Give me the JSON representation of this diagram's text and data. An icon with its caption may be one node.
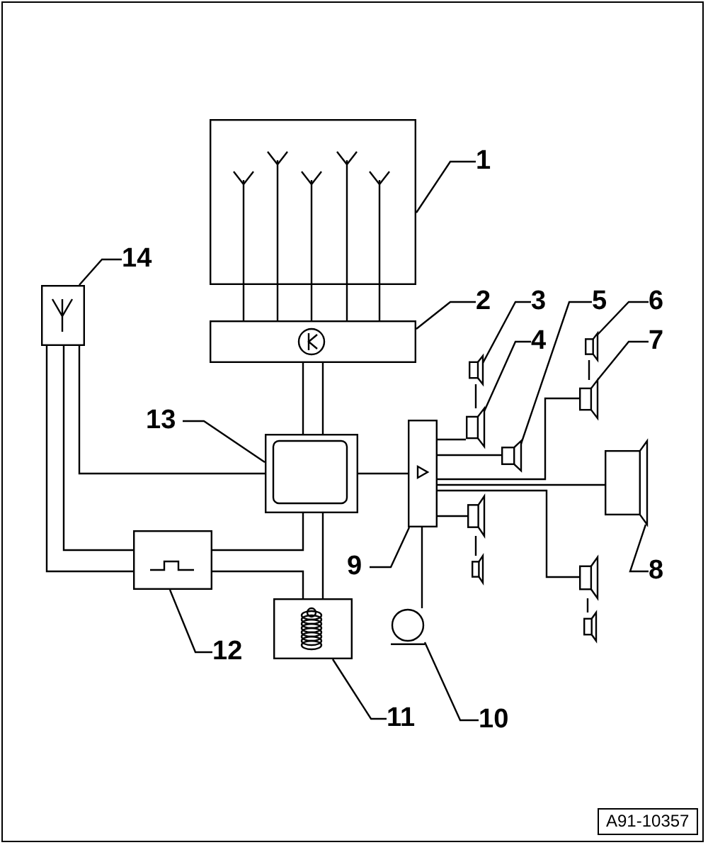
{
  "diagram": {
    "nodes": [
      {
        "text": [],
        "shape": "box"
      },
      {
        "text": [],
        "shape": "box"
      },
      {
        "text": [],
        "shape": "box"
      },
      {
        "text": [],
        "shape": "speaker"
      },
      {
        "text": [],
        "shape": "speaker"
      },
      {
        "text": [],
        "shape": "speaker"
      },
      {
        "text": [],
        "shape": "speaker"
      },
      {
        "text": [],
        "shape": "speaker"
      },
      {
        "text": [],
        "shape": "box"
      },
      {
        "text": [],
        "shape": "box"
      },
      {
        "text": [],
        "shape": "speaker"
      },
      {
        "text": [],
        "shape": "speaker"
      },
      {
        "text": [],
        "shape": "speaker"
      },
      {
        "text": [],
        "shape": "box"
      },
      {
        "text": [],
        "shape": "speaker"
      },
      {
        "text": [],
        "shape": "speaker"
      },
      {
        "text": [],
        "shape": "circle"
      },
      {
        "text": [],
        "shape": "box"
      },
      {
        "text": [
          "1"
        ]
      },
      {
        "text": [
          "14"
        ]
      },
      {
        "text": [
          "2"
        ]
      },
      {
        "text": [
          "3"
        ]
      },
      {
        "text": [
          "5"
        ]
      },
      {
        "text": [
          "6"
        ]
      },
      {
        "text": [
          "4"
        ]
      },
      {
        "text": [
          "7"
        ]
      },
      {
        "text": [
          "13"
        ]
      },
      {
        "text": [
          "8"
        ]
      },
      {
        "text": [
          "9"
        ]
      },
      {
        "text": [
          "12"
        ]
      },
      {
        "text": [
          "11"
        ]
      },
      {
        "text": [
          "10"
        ]
      }
    ],
    "edges": [
      {
        "from": 0,
        "to": 1,
        "arrow": "none"
      },
      {
        "from": 0,
        "to": 1,
        "arrow": "none"
      },
      {
        "from": 0,
        "to": 1,
        "arrow": "none"
      },
      {
        "from": 0,
        "to": 1,
        "arrow": "none"
      },
      {
        "from": 0,
        "to": 1,
        "arrow": "none"
      },
      {
        "from": 1,
        "to": 8,
        "arrow": "none"
      },
      {
        "from": 1,
        "to": 8,
        "arrow": "none"
      },
      {
        "from": 2,
        "to": 8,
        "arrow": "none"
      },
      {
        "from": 2,
        "to": 13,
        "arrow": "none"
      },
      {
        "from": 2,
        "to": 13,
        "arrow": "none"
      },
      {
        "from": 13,
        "to": 8,
        "arrow": "none"
      },
      {
        "from": 13,
        "to": 17,
        "arrow": "none"
      },
      {
        "from": 8,
        "to": 17,
        "arrow": "none"
      },
      {
        "from": 8,
        "to": 9,
        "arrow": "none"
      },
      {
        "from": 9,
        "to": 16,
        "arrow": "none"
      },
      {
        "from": 9,
        "to": 4,
        "arrow": "none"
      },
      {
        "from": 4,
        "to": 3,
        "arrow": "none"
      },
      {
        "from": 9,
        "to": 7,
        "arrow": "none"
      },
      {
        "from": 9,
        "to": 6,
        "arrow": "none"
      },
      {
        "from": 6,
        "to": 5,
        "arrow": "none"
      },
      {
        "from": 9,
        "to": 10,
        "arrow": "none"
      },
      {
        "from": 9,
        "to": 14,
        "arrow": "none"
      },
      {
        "from": 14,
        "to": 15,
        "arrow": "none"
      },
      {
        "from": 9,
        "to": 11,
        "arrow": "none"
      },
      {
        "from": 11,
        "to": 12,
        "arrow": "none"
      },
      {
        "from": 18,
        "to": 0,
        "arrow": "none"
      },
      {
        "from": 19,
        "to": 2,
        "arrow": "none"
      },
      {
        "from": 20,
        "to": 1,
        "arrow": "none"
      },
      {
        "from": 21,
        "to": 3,
        "arrow": "none"
      },
      {
        "from": 22,
        "to": 7,
        "arrow": "none"
      },
      {
        "from": 23,
        "to": 5,
        "arrow": "none"
      },
      {
        "from": 24,
        "to": 4,
        "arrow": "none"
      },
      {
        "from": 25,
        "to": 6,
        "arrow": "none"
      },
      {
        "from": 26,
        "to": 8,
        "arrow": "none"
      },
      {
        "from": 27,
        "to": 10,
        "arrow": "none"
      },
      {
        "from": 28,
        "to": 9,
        "arrow": "none"
      },
      {
        "from": 29,
        "to": 13,
        "arrow": "none"
      },
      {
        "from": 30,
        "to": 17,
        "arrow": "none"
      },
      {
        "from": 31,
        "to": 16,
        "arrow": "none"
      }
    ],
    "labels": [
      "A91-10357"
    ]
  }
}
